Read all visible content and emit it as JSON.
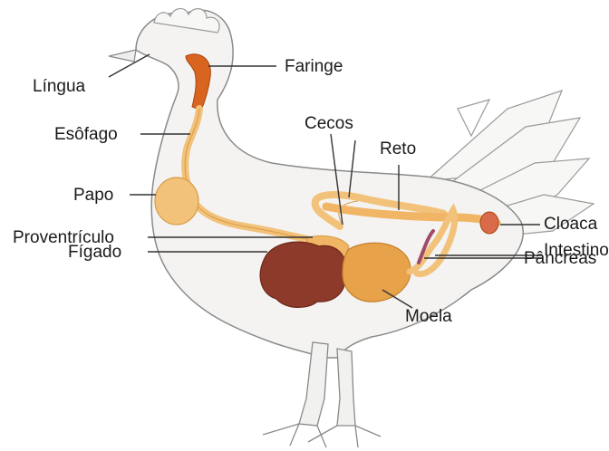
{
  "labels": {
    "lingua": "Língua",
    "faringe": "Faringe",
    "esofago": "Esôfago",
    "cecos": "Cecos",
    "reto": "Reto",
    "papo": "Papo",
    "proventriculo": "Proventrículo",
    "cloaca": "Cloaca",
    "intestino": "Intestino",
    "figado": "Fígado",
    "pancreas": "Pâncreas",
    "moela": "Moela"
  },
  "colors": {
    "body_fill": "#f4f3f1",
    "outline": "#8a8a8a",
    "tract": "#f2c27a",
    "tract_dark": "#d99a45",
    "pharynx": "#d9641f",
    "liver": "#8e3a2a",
    "gizzard": "#e8a34a",
    "cloaca": "#d96a4a",
    "pancreas": "#a04a6a",
    "leader": "#333333"
  }
}
